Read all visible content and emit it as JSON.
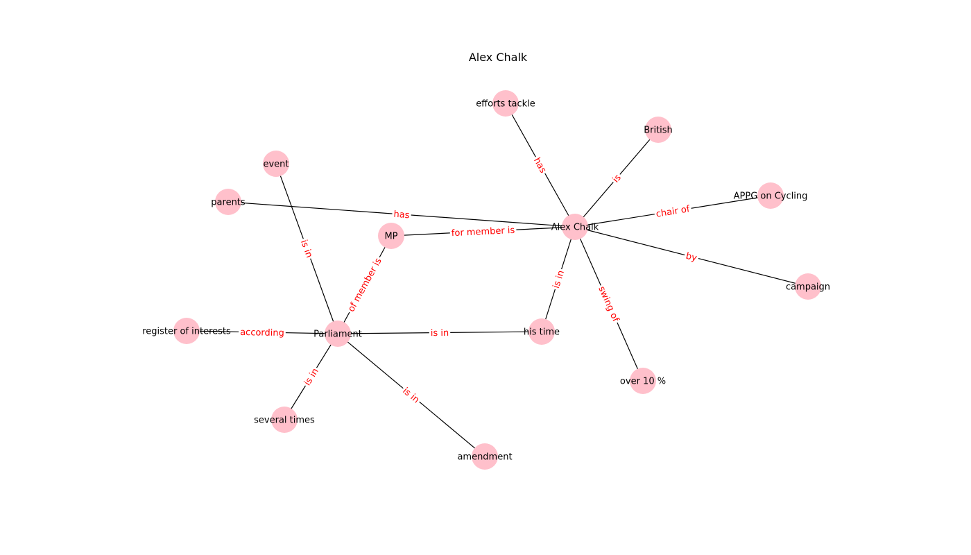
{
  "title": "Alex Chalk",
  "colors": {
    "node_fill": "#ffc0cb",
    "edge_stroke": "#000000",
    "edge_label": "#ff0000",
    "label_background": "#ffffff",
    "text": "#000000"
  },
  "nodes": [
    {
      "id": "alex-chalk",
      "label": "Alex Chalk"
    },
    {
      "id": "efforts-tackle",
      "label": "efforts tackle"
    },
    {
      "id": "british",
      "label": "British"
    },
    {
      "id": "appg-on-cycling",
      "label": "APPG on Cycling"
    },
    {
      "id": "campaign",
      "label": "campaign"
    },
    {
      "id": "over-10",
      "label": "over 10 %"
    },
    {
      "id": "his-time",
      "label": "his time"
    },
    {
      "id": "mp",
      "label": "MP"
    },
    {
      "id": "parents",
      "label": "parents"
    },
    {
      "id": "event",
      "label": "event"
    },
    {
      "id": "parliament",
      "label": "Parliament"
    },
    {
      "id": "register-of-interests",
      "label": "register of interests"
    },
    {
      "id": "several-times",
      "label": "several times"
    },
    {
      "id": "amendment",
      "label": "amendment"
    }
  ],
  "edges": [
    {
      "source": "alex-chalk",
      "target": "efforts-tackle",
      "label": "has"
    },
    {
      "source": "alex-chalk",
      "target": "british",
      "label": "is"
    },
    {
      "source": "alex-chalk",
      "target": "appg-on-cycling",
      "label": "chair of"
    },
    {
      "source": "alex-chalk",
      "target": "campaign",
      "label": "by"
    },
    {
      "source": "alex-chalk",
      "target": "over-10",
      "label": "swing of"
    },
    {
      "source": "alex-chalk",
      "target": "his-time",
      "label": "is in"
    },
    {
      "source": "mp",
      "target": "alex-chalk",
      "label": "for member is"
    },
    {
      "source": "parents",
      "target": "alex-chalk",
      "label": "has"
    },
    {
      "source": "parliament",
      "target": "his-time",
      "label": "is in"
    },
    {
      "source": "parliament",
      "target": "mp",
      "label": "of member is"
    },
    {
      "source": "parliament",
      "target": "event",
      "label": "is in"
    },
    {
      "source": "register-of-interests",
      "target": "parliament",
      "label": "according"
    },
    {
      "source": "parliament",
      "target": "several-times",
      "label": "is in"
    },
    {
      "source": "parliament",
      "target": "amendment",
      "label": "is in"
    }
  ]
}
